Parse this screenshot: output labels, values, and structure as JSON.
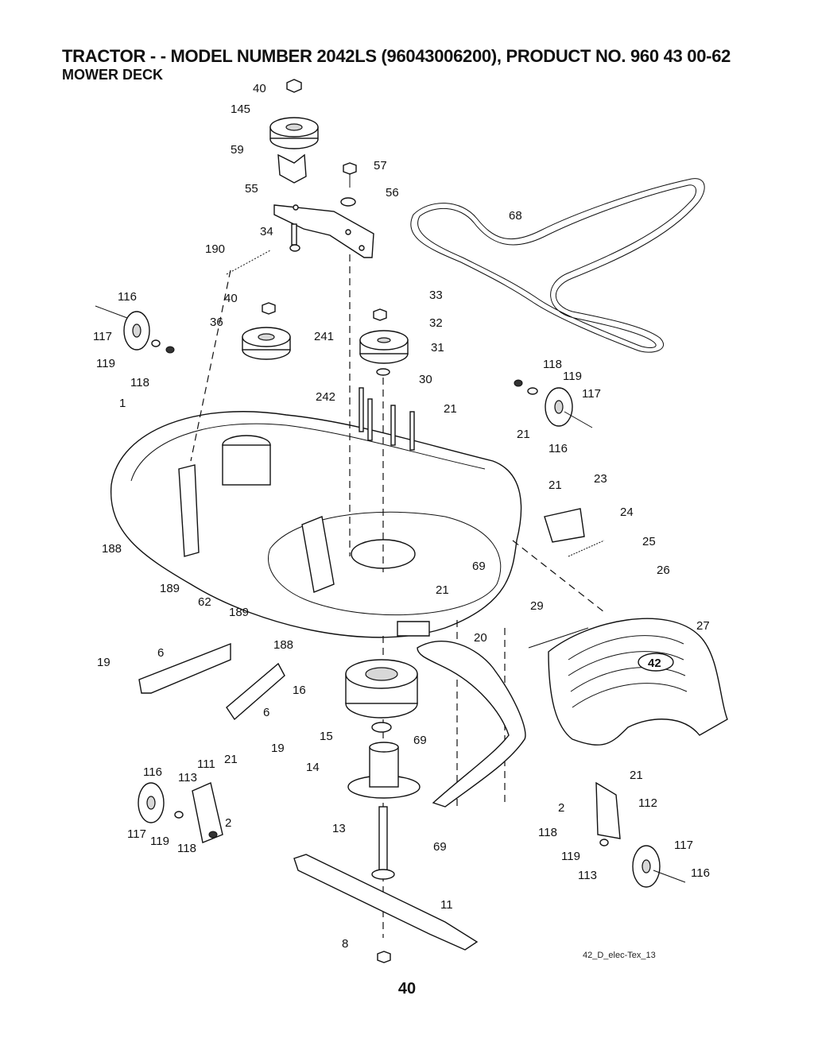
{
  "header": {
    "title": "TRACTOR - - MODEL NUMBER 2042LS (96043006200), PRODUCT NO. 960 43 00-62",
    "subtitle": "MOWER DECK"
  },
  "footer": {
    "doc_code": "42_D_elec-Tex_13",
    "page_number": "40"
  },
  "deck_emblem": "42",
  "callouts": [
    "40",
    "145",
    "59",
    "57",
    "56",
    "55",
    "68",
    "34",
    "190",
    "116",
    "40",
    "33",
    "36",
    "32",
    "117",
    "241",
    "31",
    "119",
    "118",
    "30",
    "118",
    "119",
    "117",
    "1",
    "242",
    "21",
    "21",
    "116",
    "21",
    "23",
    "24",
    "25",
    "188",
    "69",
    "26",
    "189",
    "21",
    "62",
    "189",
    "29",
    "27",
    "188",
    "20",
    "6",
    "19",
    "16",
    "6",
    "69",
    "15",
    "19",
    "14",
    "21",
    "113",
    "111",
    "116",
    "21",
    "2",
    "112",
    "117",
    "119",
    "13",
    "118",
    "2",
    "118",
    "117",
    "69",
    "119",
    "113",
    "116",
    "11",
    "8"
  ]
}
